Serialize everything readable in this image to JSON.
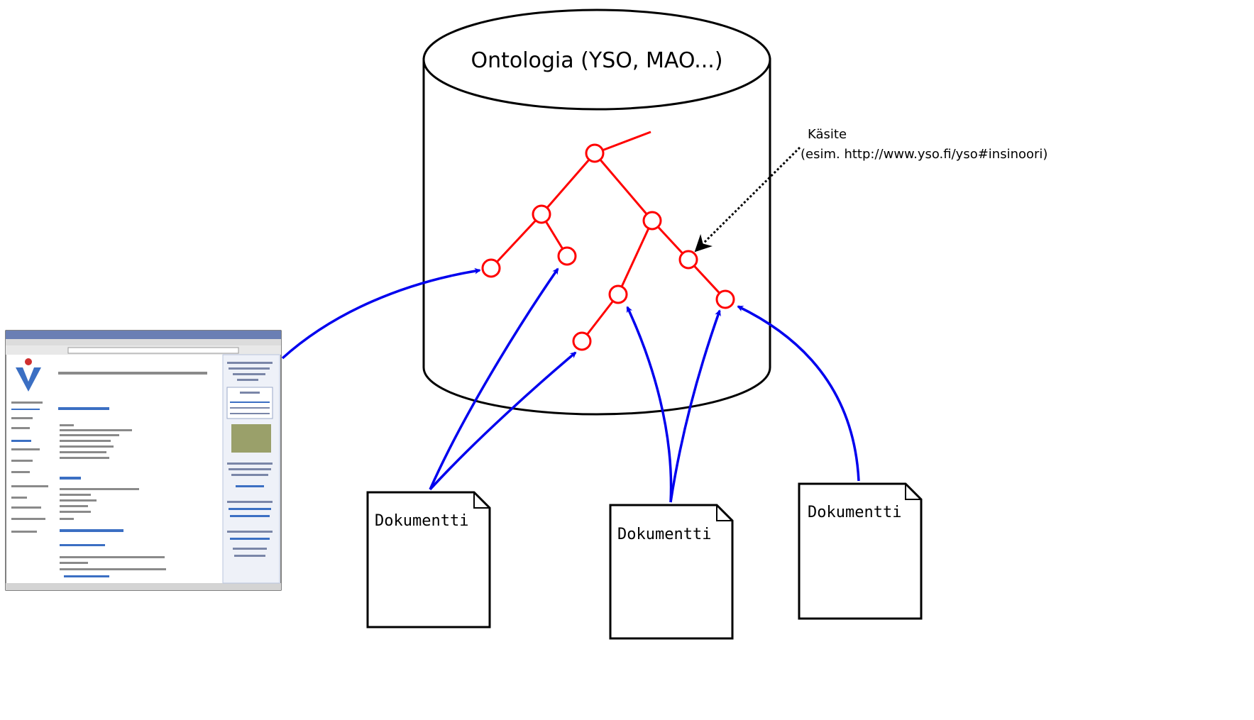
{
  "ontology": {
    "title": "Ontologia (YSO, MAO...)"
  },
  "concept": {
    "label": "Käsite",
    "example": "(esim. http://www.yso.fi/yso#insinoori)"
  },
  "documents": [
    {
      "label": "Dokumentti"
    },
    {
      "label": "Dokumentti"
    },
    {
      "label": "Dokumentti"
    }
  ],
  "colors": {
    "tree": "#ff0000",
    "annotation_arrow": "#0000ee",
    "concept_pointer": "#000000",
    "outline": "#000000"
  },
  "icons": {
    "database": "cylinder",
    "document": "folded-corner-page",
    "webpage": "browser-window-thumbnail"
  }
}
